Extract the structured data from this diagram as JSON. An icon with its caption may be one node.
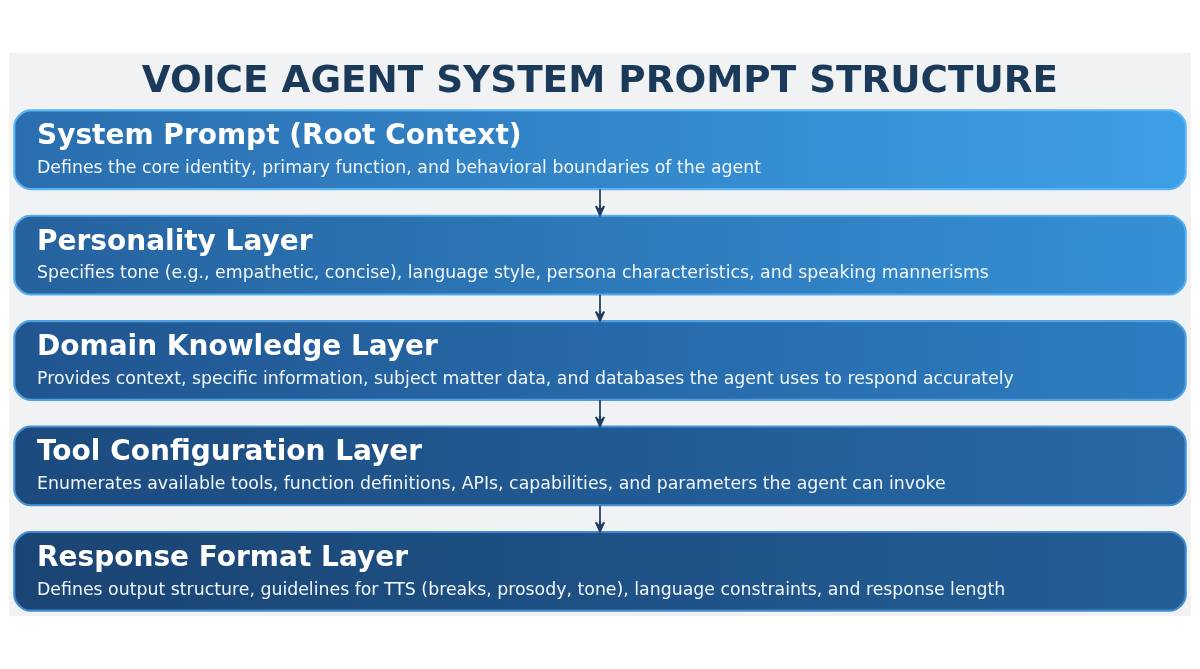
{
  "diagram": {
    "title": "VOICE AGENT SYSTEM PROMPT STRUCTURE",
    "nodes": [
      {
        "text": [
          "System Prompt (Root Context)",
          "Defines the core identity, primary function, and behavioral boundaries of the agent"
        ]
      },
      {
        "text": [
          "Personality Layer",
          "Specifies tone (e.g., empathetic, concise), language style, persona characteristics, and speaking mannerisms"
        ]
      },
      {
        "text": [
          "Domain Knowledge Layer",
          "Provides context, specific information, subject matter data, and databases the agent uses to respond accurately"
        ]
      },
      {
        "text": [
          "Tool Configuration Layer",
          "Enumerates available tools, function definitions, APIs, capabilities, and parameters the agent can invoke"
        ]
      },
      {
        "text": [
          "Response Format Layer",
          "Defines output structure, guidelines for TTS (breaks, prosody, tone), language constraints, and response length"
        ]
      }
    ],
    "edges": [
      {
        "from": 0,
        "to": 1,
        "arrow": "to"
      },
      {
        "from": 1,
        "to": 2,
        "arrow": "to"
      },
      {
        "from": 2,
        "to": 3,
        "arrow": "to"
      },
      {
        "from": 3,
        "to": 4,
        "arrow": "to"
      }
    ]
  }
}
